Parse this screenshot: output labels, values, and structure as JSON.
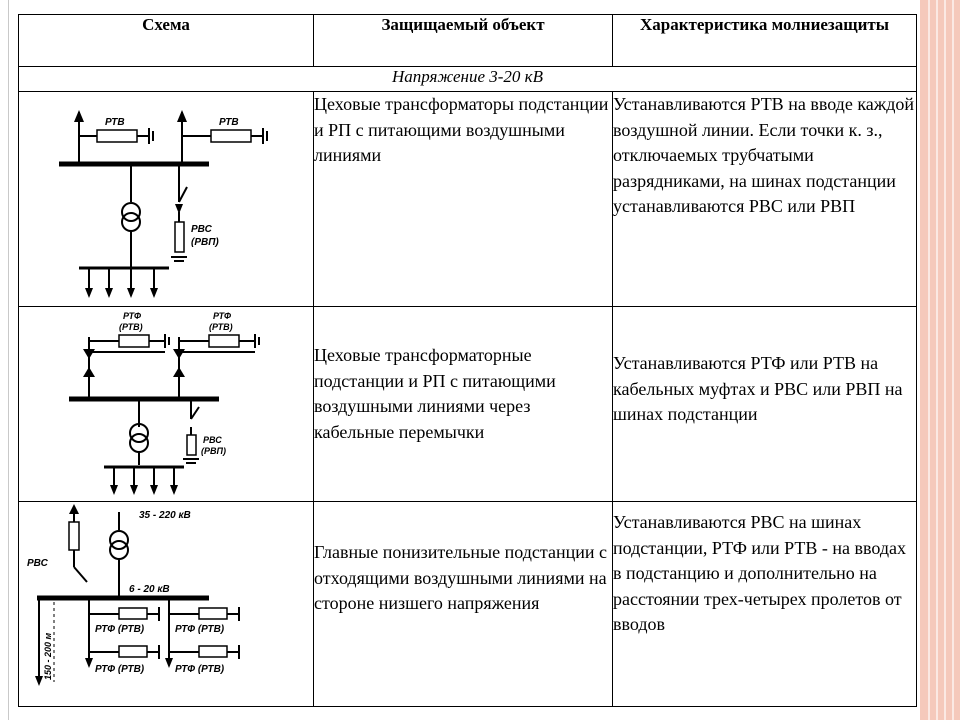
{
  "header": {
    "col1": "Схема",
    "col2": "Защищаемый объект",
    "col3": "Характеристика молниезащиты"
  },
  "subheader": "Напряжение 3-20 кВ",
  "rows": [
    {
      "object": "Цеховые трансформаторы подстанции и РП с питающими воздушными линиями",
      "characteristic": "Устанавливаются РТВ на вводе каждой воздушной линии. Если точки к. з., отключаемых трубчатыми разрядниками, на шинах подстанции устанавливаются РВС или РВП",
      "labels": [
        "РТВ",
        "РТВ",
        "РВС",
        "(РВП)"
      ]
    },
    {
      "object": "Цеховые трансформаторные подстанции и РП с питающими воздушными линиями через кабельные перемычки",
      "characteristic": "Устанавливаются РТФ или РТВ на кабельных муфтах и РВС или РВП на шинах подстанции",
      "labels": [
        "РТФ",
        "(РТВ)",
        "РТФ",
        "(РТВ)",
        "РВС",
        "(РВП)"
      ]
    },
    {
      "object": "Главные понизительные подстанции с отходящими воздушными линиями на стороне низшего напряжения",
      "characteristic": "Устанавливаются РВС на шинах подстанции, РТФ или РТВ - на вводах в подстанцию и дополнительно на расстоянии трех-четырех пролетов от вводов",
      "labels": [
        "35 - 220 кВ",
        "РВС",
        "6 - 20 кВ",
        "150 - 200 м",
        "РТФ (РТВ)",
        "РТФ (РТВ)",
        "РТФ (РТВ)",
        "РТФ (РТВ)"
      ]
    }
  ]
}
